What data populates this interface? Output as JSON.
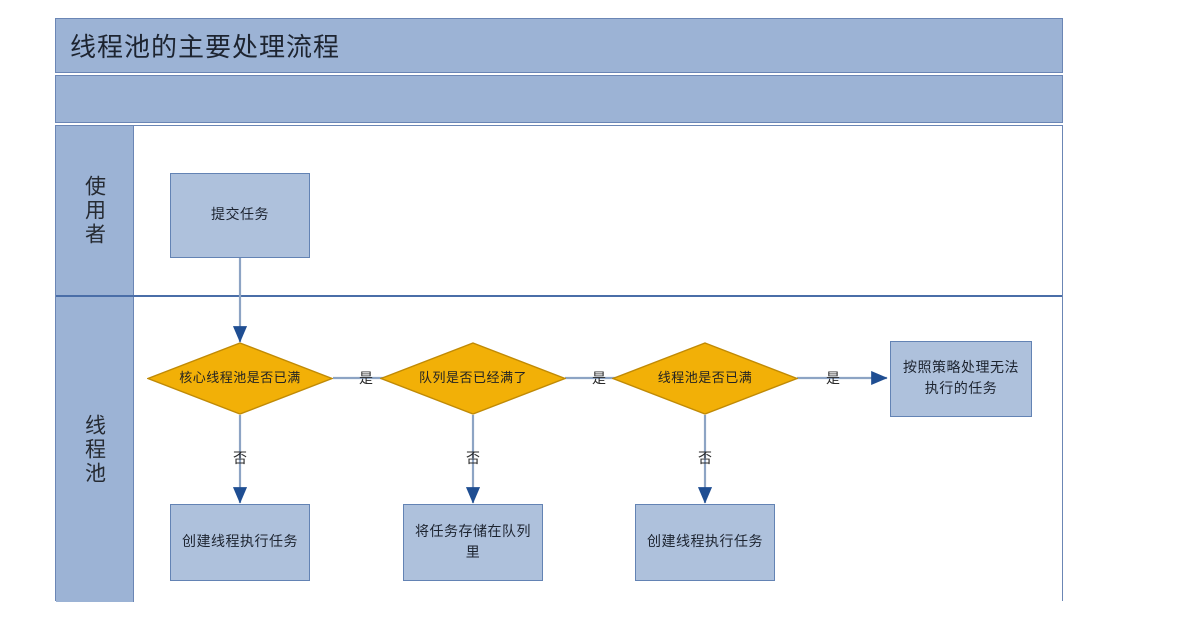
{
  "diagram": {
    "title": "线程池的主要处理流程",
    "subtitle": "",
    "colors": {
      "band_fill": "#9cb3d5",
      "band_border": "#6b86b5",
      "lane_divider": "#4a6ea8",
      "process_fill": "#aec1dc",
      "process_border": "#6383b4",
      "decision_fill": "#f2b007",
      "decision_border": "#c08a05",
      "connector": "#8da4c4",
      "arrowhead": "#1f4e92",
      "canvas": "#ffffff"
    },
    "lanes": [
      {
        "id": "lane-user",
        "label": "使用者"
      },
      {
        "id": "lane-pool",
        "label": "线程池"
      }
    ],
    "nodes": {
      "submit_task": {
        "type": "process",
        "label": "提交任务",
        "lane": "使用者"
      },
      "core_pool_full": {
        "type": "decision",
        "label": "核心线程池是否已满",
        "lane": "线程池"
      },
      "queue_full": {
        "type": "decision",
        "label": "队列是否已经满了",
        "lane": "线程池"
      },
      "pool_full": {
        "type": "decision",
        "label": "线程池是否已满",
        "lane": "线程池"
      },
      "reject_policy": {
        "type": "process",
        "label": "按照策略处理无法执行的任务",
        "lane": "线程池"
      },
      "create_thread_1": {
        "type": "process",
        "label": "创建线程执行任务",
        "lane": "线程池"
      },
      "store_in_queue": {
        "type": "process",
        "label": "将任务存储在队列里",
        "lane": "线程池"
      },
      "create_thread_2": {
        "type": "process",
        "label": "创建线程执行任务",
        "lane": "线程池"
      }
    },
    "edges": [
      {
        "from": "submit_task",
        "to": "core_pool_full",
        "label": ""
      },
      {
        "from": "core_pool_full",
        "to": "queue_full",
        "label": "是"
      },
      {
        "from": "queue_full",
        "to": "pool_full",
        "label": "是"
      },
      {
        "from": "pool_full",
        "to": "reject_policy",
        "label": "是"
      },
      {
        "from": "core_pool_full",
        "to": "create_thread_1",
        "label": "否"
      },
      {
        "from": "queue_full",
        "to": "store_in_queue",
        "label": "否"
      },
      {
        "from": "pool_full",
        "to": "create_thread_2",
        "label": "否"
      }
    ],
    "edge_labels": {
      "yes_1": "是",
      "yes_2": "是",
      "yes_3": "是",
      "no_1": "否",
      "no_2": "否",
      "no_3": "否"
    }
  }
}
